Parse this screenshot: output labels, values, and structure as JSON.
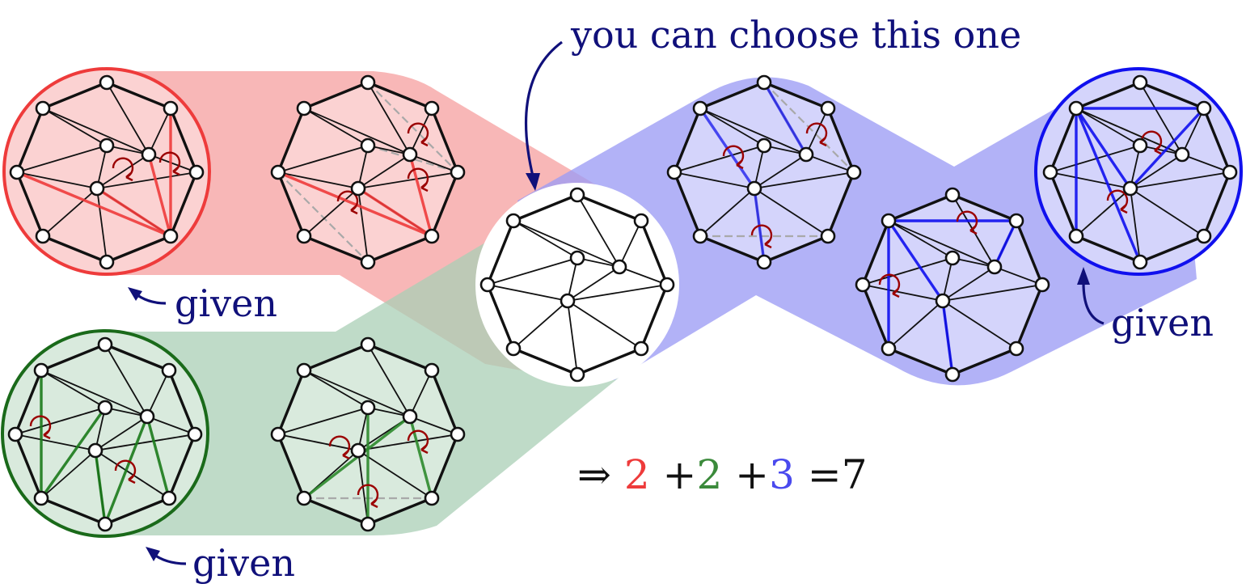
{
  "labels": {
    "choose": "you can choose this one",
    "given_red": "given",
    "given_green": "given",
    "given_blue": "given"
  },
  "equation": {
    "implies": "⇒",
    "red_term": "2",
    "green_term": "2",
    "blue_term": "3",
    "plus": "+",
    "equals": "=",
    "total": "7"
  },
  "colors": {
    "red": "#ee3b3b",
    "green": "#3b8a3b",
    "blue": "#4a4aee",
    "navy": "#10107a",
    "rotation_marker": "#9b0000"
  }
}
